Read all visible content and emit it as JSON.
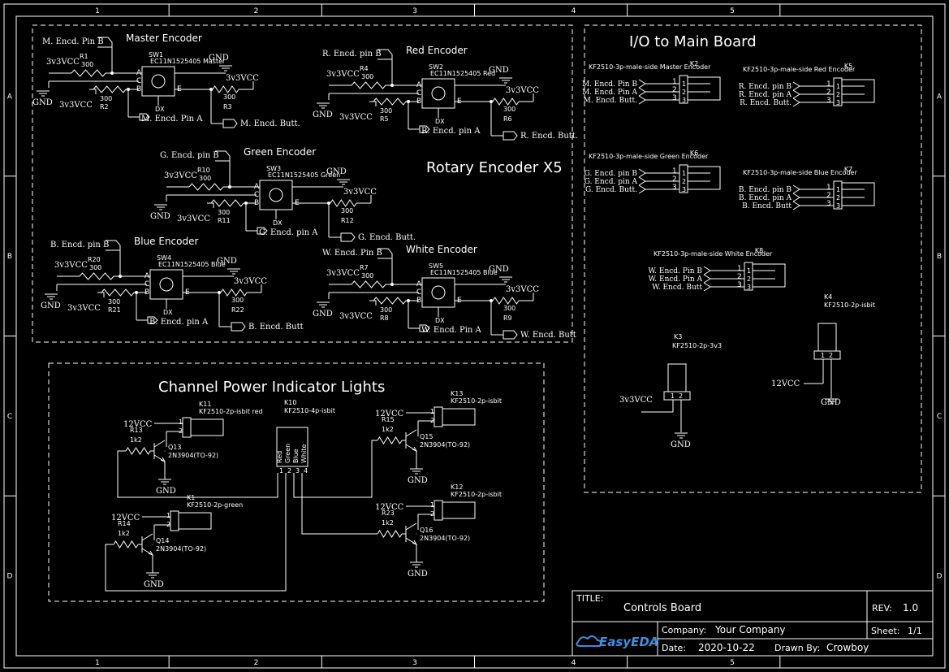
{
  "frame": {
    "cols": [
      "1",
      "2",
      "3",
      "4",
      "5"
    ],
    "rows": [
      "A",
      "B",
      "C",
      "D"
    ]
  },
  "titles": {
    "rotary": "Rotary Encoder X5",
    "io": "I/O to Main Board",
    "channel": "Channel Power Indicator Lights"
  },
  "encoders": [
    {
      "title": "Master Encoder",
      "sw": "SW1",
      "part": "EC11N1525405 Master",
      "ra": "R1",
      "rb": "R2",
      "rc": "R3",
      "pinb": "M. Encd. Pin B",
      "pina": "M. Encd. Pin A",
      "butt": "M. Encd. Butt."
    },
    {
      "title": "Red Encoder",
      "sw": "SW2",
      "part": "EC11N1525405 Red",
      "ra": "R4",
      "rb": "R5",
      "rc": "R6",
      "pinb": "R. Encd. pin B",
      "pina": "R. Encd. pin A",
      "butt": "R. Encd. Butt."
    },
    {
      "title": "Green Encoder",
      "sw": "SW3",
      "part": "EC11N1525405 Green",
      "ra": "R10",
      "rb": "R11",
      "rc": "R12",
      "pinb": "G. Encd. pin B",
      "pina": "G. Encd. pin A",
      "butt": "G. Encd. Butt."
    },
    {
      "title": "Blue Encoder",
      "sw": "SW4",
      "part": "EC11N1525405 Blue",
      "ra": "R20",
      "rb": "R21",
      "rc": "R22",
      "pinb": "B. Encd. pin B",
      "pina": "B. Encd. pin A",
      "butt": "B. Encd. Butt"
    },
    {
      "title": "White Encoder",
      "sw": "SW5",
      "part": "EC11N1525405 Blue",
      "ra": "R7",
      "rb": "R8",
      "rc": "R9",
      "pinb": "W. Encd. Pin B",
      "pina": "W. Encd. Pin A",
      "butt": "W. Encd. Butt"
    }
  ],
  "common": {
    "v3": "3v3VCC",
    "v12": "12VCC",
    "gnd": "GND",
    "ohm": "300",
    "k12": "1k2",
    "pins": [
      "A",
      "C",
      "B",
      "E",
      "D"
    ]
  },
  "connectors": [
    {
      "ref": "K2",
      "part": "KF2510-3p-male-side Master Encoder",
      "pins": [
        "M. Encd. Pin B",
        "M. Encd. Pin A",
        "M. Encd. Butt."
      ]
    },
    {
      "ref": "K5",
      "part": "KF2510-3p-male-side Red Encoder",
      "pins": [
        "R. Encd. pin B",
        "R. Encd. pin A",
        "R. Encd. Butt."
      ]
    },
    {
      "ref": "K6",
      "part": "KF2510-3p-male-side Green Encoder",
      "pins": [
        "G. Encd. pin B",
        "G. Encd. pin A",
        "G. Encd. Butt."
      ]
    },
    {
      "ref": "K7",
      "part": "KF2510-3p-male-side Blue Encoder",
      "pins": [
        "B. Encd. pin B",
        "B. Encd. pin A",
        "B. Encd. Butt"
      ]
    },
    {
      "ref": "K8",
      "part": "KF2510-3p-male-side White Encoder",
      "pins": [
        "W. Encd. Pin B",
        "W. Encd. Pin A",
        "W. Encd. Butt"
      ]
    }
  ],
  "power_conn": [
    {
      "ref": "K4",
      "part": "KF2510-2p-isbit",
      "net": "12VCC"
    },
    {
      "ref": "K3",
      "part": "KF2510-2p-3v3",
      "net": "3v3VCC"
    }
  ],
  "lights": {
    "k10": {
      "ref": "K10",
      "part": "KF2510-4p-isbit",
      "labels": [
        "Red",
        "Green",
        "Blue",
        "White"
      ]
    },
    "channels": [
      {
        "k": "K11",
        "kpart": "KF2510-2p-isbit red",
        "r": "R13",
        "q": "Q13",
        "qpart": "2N3904(TO-92)"
      },
      {
        "k": "K1",
        "kpart": "KF2510-2p-green",
        "r": "R14",
        "q": "Q14",
        "qpart": "2N3904(TO-92)"
      },
      {
        "k": "K13",
        "kpart": "KF2510-2p-isbit",
        "r": "R15",
        "q": "Q15",
        "qpart": "2N3904(TO-92)"
      },
      {
        "k": "K12",
        "kpart": "KF2510-2p-isbit",
        "r": "R23",
        "q": "Q16",
        "qpart": "2N3904(TO-92)"
      }
    ]
  },
  "titleblock": {
    "title_label": "TITLE:",
    "title": "Controls Board",
    "rev_label": "REV:",
    "rev": "1.0",
    "company_label": "Company:",
    "company": "Your Company",
    "sheet_label": "Sheet:",
    "sheet": "1/1",
    "date_label": "Date:",
    "date": "2020-10-22",
    "drawn_label": "Drawn By:",
    "drawn": "Crowboy",
    "logo": "EasyEDA"
  }
}
